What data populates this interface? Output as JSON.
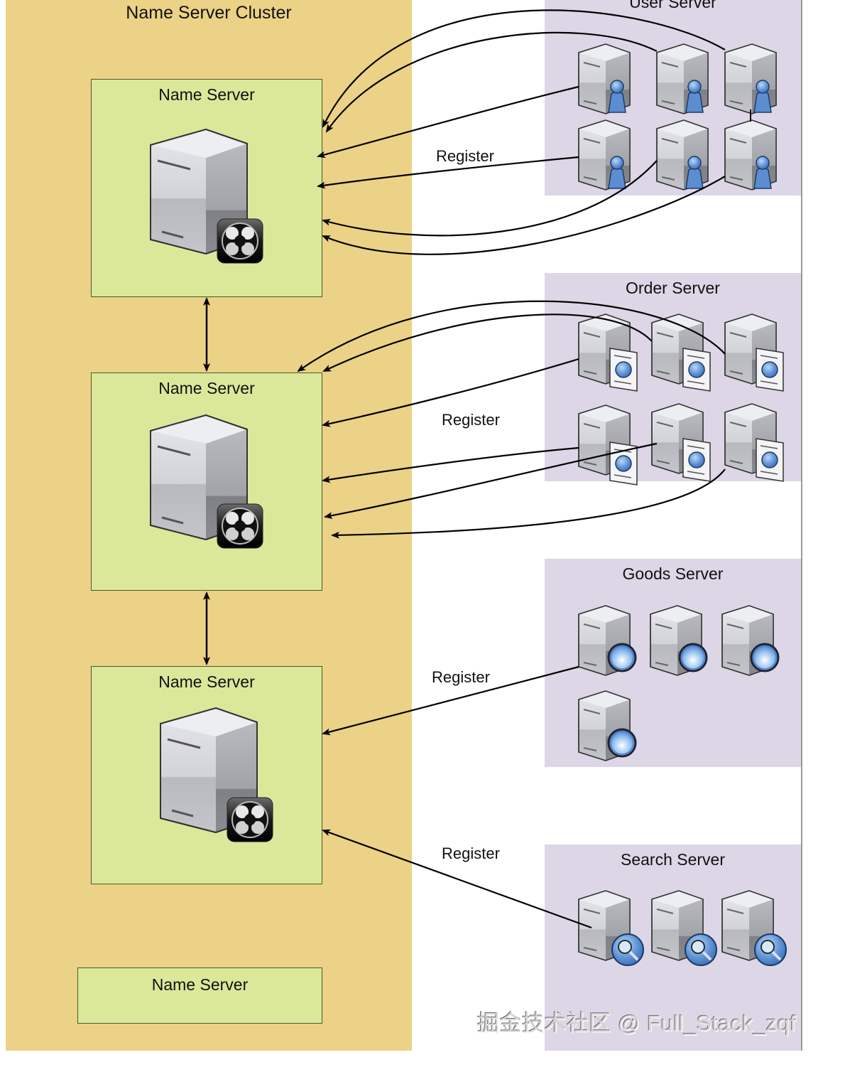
{
  "cluster": {
    "title": "Name Server Cluster",
    "name_servers": [
      {
        "label": "Name Server",
        "has_icon": true
      },
      {
        "label": "Name Server",
        "has_icon": true
      },
      {
        "label": "Name Server",
        "has_icon": true
      },
      {
        "label": "Name Server",
        "has_icon": false
      }
    ],
    "colors": {
      "cluster_bg": "#ecd286",
      "name_server_bg": "#dbe89a"
    }
  },
  "groups": [
    {
      "id": "user",
      "label": "User Server",
      "server_count": 6,
      "badge_icon": "user-icon"
    },
    {
      "id": "order",
      "label": "Order Server",
      "server_count": 6,
      "badge_icon": "document-globe-icon"
    },
    {
      "id": "goods",
      "label": "Goods Server",
      "server_count": 4,
      "badge_icon": "lens-icon"
    },
    {
      "id": "search",
      "label": "Search Server",
      "server_count": 3,
      "badge_icon": "magnifier-icon"
    }
  ],
  "edges": {
    "register_label": "Register",
    "register_labels": [
      "Register",
      "Register",
      "Register",
      "Register"
    ],
    "cluster_links": [
      "bidirectional",
      "bidirectional"
    ]
  },
  "group_bg": "#ddd6e6",
  "watermark": "掘金技术社区 @ Full_Stack_zqf"
}
